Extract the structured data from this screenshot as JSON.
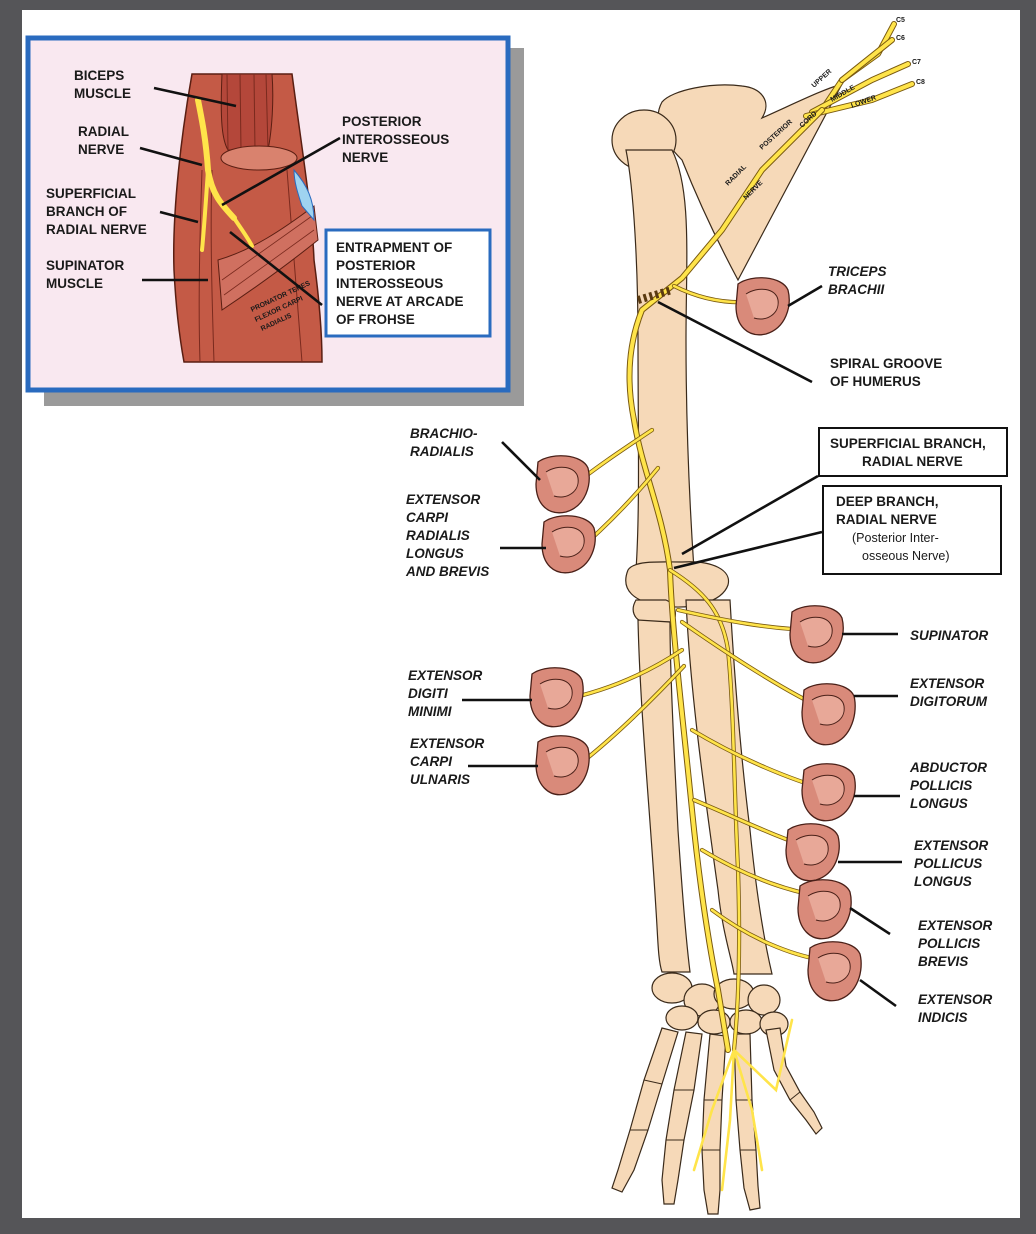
{
  "inset": {
    "labels": {
      "biceps": [
        "BICEPS",
        "MUSCLE"
      ],
      "radial_nerve": [
        "RADIAL",
        "NERVE"
      ],
      "superficial_branch": [
        "SUPERFICIAL",
        "BRANCH OF",
        "RADIAL NERVE"
      ],
      "supinator_muscle": [
        "SUPINATOR",
        "MUSCLE"
      ],
      "posterior_interosseous": [
        "POSTERIOR",
        "INTEROSSEOUS",
        "NERVE"
      ],
      "pronator": [
        "PRONATOR TERES",
        "FLEXOR CARPI",
        "RADIALIS"
      ]
    },
    "entrapment_box": [
      "ENTRAPMENT OF",
      "POSTERIOR",
      "INTEROSSEOUS",
      "NERVE AT ARCADE",
      "OF FROHSE"
    ]
  },
  "plexus": {
    "roots": [
      "C5",
      "C6",
      "C7",
      "C8"
    ],
    "trunks": [
      "UPPER",
      "MIDDLE",
      "LOWER"
    ],
    "cord": "POSTERIOR",
    "cord_suffix": "CORD",
    "radial": "RADIAL",
    "nerve": "NERVE"
  },
  "right_labels": {
    "triceps": [
      "TRICEPS",
      "BRACHII"
    ],
    "spiral_groove": [
      "SPIRAL GROOVE",
      "OF HUMERUS"
    ],
    "superficial_box": [
      "SUPERFICIAL BRANCH,",
      "RADIAL NERVE"
    ],
    "deep_box": [
      "DEEP BRANCH,",
      "RADIAL NERVE",
      "(Posterior Inter-",
      "osseous Nerve)"
    ],
    "supinator": [
      "SUPINATOR"
    ],
    "extensor_digitorum": [
      "EXTENSOR",
      "DIGITORUM"
    ],
    "abductor_pollicis_longus": [
      "ABDUCTOR",
      "POLLICIS",
      "LONGUS"
    ],
    "extensor_pollicus_longus": [
      "EXTENSOR",
      "POLLICUS",
      "LONGUS"
    ],
    "extensor_pollicis_brevis": [
      "EXTENSOR",
      "POLLICIS",
      "BREVIS"
    ],
    "extensor_indicis": [
      "EXTENSOR",
      "INDICIS"
    ]
  },
  "left_labels": {
    "brachioradialis": [
      "BRACHIO-",
      "RADIALIS"
    ],
    "extensor_carpi_radialis": [
      "EXTENSOR",
      "CARPI",
      "RADIALIS",
      "LONGUS",
      "AND BREVIS"
    ],
    "extensor_digiti_minimi": [
      "EXTENSOR",
      "DIGITI",
      "MINIMI"
    ],
    "extensor_carpi_ulnaris": [
      "EXTENSOR",
      "CARPI",
      "ULNARIS"
    ]
  },
  "colors": {
    "frame": "#555558",
    "inset_bg": "#f9e8f0",
    "inset_border": "#2a6bbf",
    "bone": "#f6d9b8",
    "nerve": "#ffe44a",
    "muscle": "#d98a7a"
  }
}
